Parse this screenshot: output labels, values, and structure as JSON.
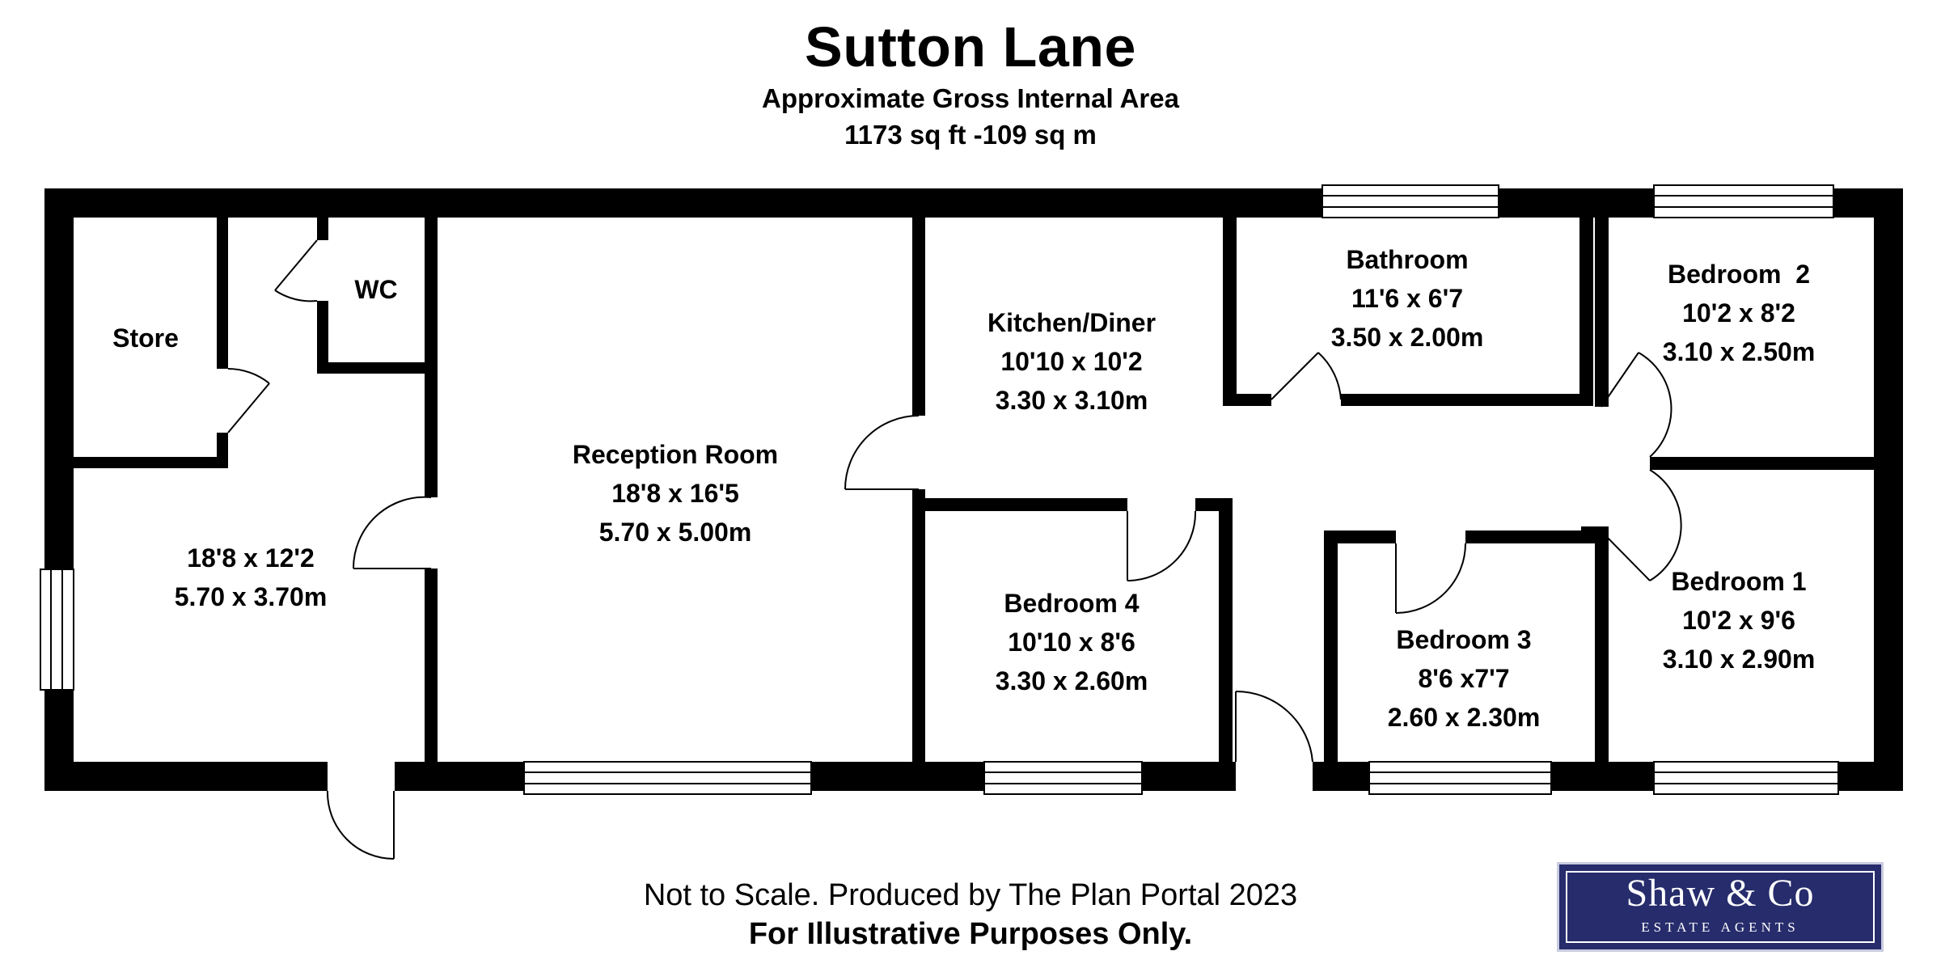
{
  "header": {
    "title": "Sutton Lane",
    "subtitle_line1": "Approximate Gross Internal Area",
    "subtitle_line2": "1173 sq ft -109 sq m"
  },
  "rooms": {
    "store": {
      "name": "Store"
    },
    "wc": {
      "name": "WC"
    },
    "unnamed": {
      "imperial": "18'8 x 12'2",
      "metric": "5.70 x 3.70m"
    },
    "reception": {
      "name": "Reception Room",
      "imperial": "18'8 x 16'5",
      "metric": "5.70 x 5.00m"
    },
    "kitchen": {
      "name": "Kitchen/Diner",
      "imperial": "10'10 x 10'2",
      "metric": "3.30 x 3.10m"
    },
    "bathroom": {
      "name": "Bathroom",
      "imperial": "11'6 x 6'7",
      "metric": "3.50 x 2.00m"
    },
    "bedroom2": {
      "name": "Bedroom  2",
      "imperial": "10'2 x 8'2",
      "metric": "3.10 x 2.50m"
    },
    "bedroom4": {
      "name": "Bedroom 4",
      "imperial": "10'10 x 8'6",
      "metric": "3.30 x 2.60m"
    },
    "bedroom3": {
      "name": "Bedroom 3",
      "imperial": "8'6 x7'7",
      "metric": "2.60 x 2.30m"
    },
    "bedroom1": {
      "name": "Bedroom 1",
      "imperial": "10'2 x 9'6",
      "metric": "3.10 x 2.90m"
    }
  },
  "footer": {
    "line1": "Not to Scale. Produced by The Plan Portal 2023",
    "line2": "For Illustrative Purposes Only."
  },
  "logo": {
    "brand": "Shaw & Co",
    "tagline": "ESTATE AGENTS",
    "background": "#262c6c"
  },
  "colors": {
    "wall": "#000000",
    "background": "#ffffff"
  }
}
